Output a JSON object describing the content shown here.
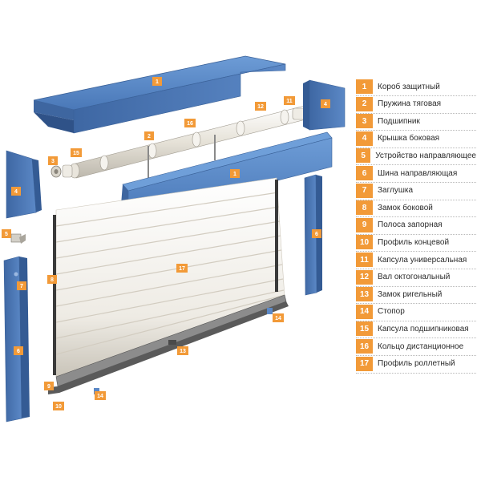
{
  "colors": {
    "accent": "#f29a38",
    "part_blue": "#4f7fbf",
    "curtain": "#f3f1ec"
  },
  "tags": [
    {
      "id": "tag-1-top",
      "label": "1"
    },
    {
      "id": "tag-1-front",
      "label": "1"
    },
    {
      "id": "tag-2",
      "label": "2"
    },
    {
      "id": "tag-3",
      "label": "3"
    },
    {
      "id": "tag-4-left",
      "label": "4"
    },
    {
      "id": "tag-4-right",
      "label": "4"
    },
    {
      "id": "tag-5",
      "label": "5"
    },
    {
      "id": "tag-6-left",
      "label": "6"
    },
    {
      "id": "tag-6-right",
      "label": "6"
    },
    {
      "id": "tag-7",
      "label": "7"
    },
    {
      "id": "tag-8",
      "label": "8"
    },
    {
      "id": "tag-9",
      "label": "9"
    },
    {
      "id": "tag-10",
      "label": "10"
    },
    {
      "id": "tag-11",
      "label": "11"
    },
    {
      "id": "tag-12",
      "label": "12"
    },
    {
      "id": "tag-13",
      "label": "13"
    },
    {
      "id": "tag-14-right",
      "label": "14"
    },
    {
      "id": "tag-14-bottom",
      "label": "14"
    },
    {
      "id": "tag-15",
      "label": "15"
    },
    {
      "id": "tag-16",
      "label": "16"
    },
    {
      "id": "tag-17",
      "label": "17"
    }
  ],
  "legend": [
    {
      "num": "1",
      "label": "Короб защитный"
    },
    {
      "num": "2",
      "label": "Пружина тяговая"
    },
    {
      "num": "3",
      "label": "Подшипник"
    },
    {
      "num": "4",
      "label": "Крышка боковая"
    },
    {
      "num": "5",
      "label": "Устройство направляющее"
    },
    {
      "num": "6",
      "label": "Шина направляющая"
    },
    {
      "num": "7",
      "label": "Заглушка"
    },
    {
      "num": "8",
      "label": "Замок боковой"
    },
    {
      "num": "9",
      "label": "Полоса запорная"
    },
    {
      "num": "10",
      "label": "Профиль концевой"
    },
    {
      "num": "11",
      "label": "Капсула универсальная"
    },
    {
      "num": "12",
      "label": "Вал октогональный"
    },
    {
      "num": "13",
      "label": "Замок ригельный"
    },
    {
      "num": "14",
      "label": "Стопор"
    },
    {
      "num": "15",
      "label": "Капсула подшипниковая"
    },
    {
      "num": "16",
      "label": "Кольцо дистанционное"
    },
    {
      "num": "17",
      "label": "Профиль роллетный"
    }
  ]
}
